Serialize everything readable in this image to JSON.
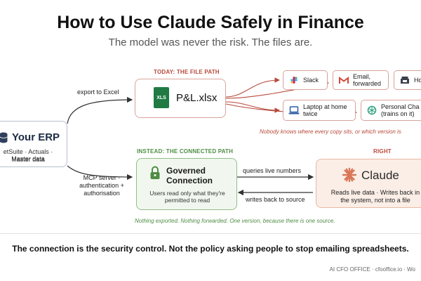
{
  "title": "How to Use Claude Safely in Finance",
  "subtitle": "The model was never the risk. The files are.",
  "erp": {
    "title": "Your ERP",
    "subtitle": "etSuite · Actuals · Master data"
  },
  "file_path": {
    "label": "TODAY: THE FILE PATH",
    "edge_label": "export to Excel",
    "file_badge": "XLS",
    "file_name": "P&L.xlsx",
    "destinations": [
      {
        "label": "Slack",
        "icon": "slack-icon"
      },
      {
        "label": "Email, forwarded",
        "icon": "email-icon"
      },
      {
        "label": "Ho",
        "icon": "home-icon"
      },
      {
        "label": "Laptop at home twice",
        "icon": "laptop-icon"
      },
      {
        "label": "Personal Cha (trains on it)",
        "icon": "chatgpt-icon"
      }
    ],
    "note": "Nobody knows where every copy sits, or which version is"
  },
  "connected_path": {
    "label": "INSTEAD: THE CONNECTED PATH",
    "edge_label": "MCP server · authentication + authorisation",
    "governed_title": "Governed Connection",
    "governed_desc": "Users read only what they're permitted to read",
    "edge_queries": "queries live numbers",
    "edge_writes": "writes back to source",
    "right_label": "RIGHT",
    "claude_title": "Claude",
    "claude_desc": "Reads live data · Writes back in the system, not into a file",
    "note": "Nothing exported. Nothing forwarded. One version, because there is one source."
  },
  "bottom_message": "The connection is the security control. Not the policy asking people to stop emailing spreadsheets.",
  "footer": "AI CFO OFFICE · cfooffice.io · Wo",
  "colors": {
    "red_accent": "#b84a3a",
    "green_accent": "#4e8d44",
    "claude_orange": "#d97757",
    "claude_bg": "#fbeee7",
    "governed_bg": "#f1f7ee"
  }
}
